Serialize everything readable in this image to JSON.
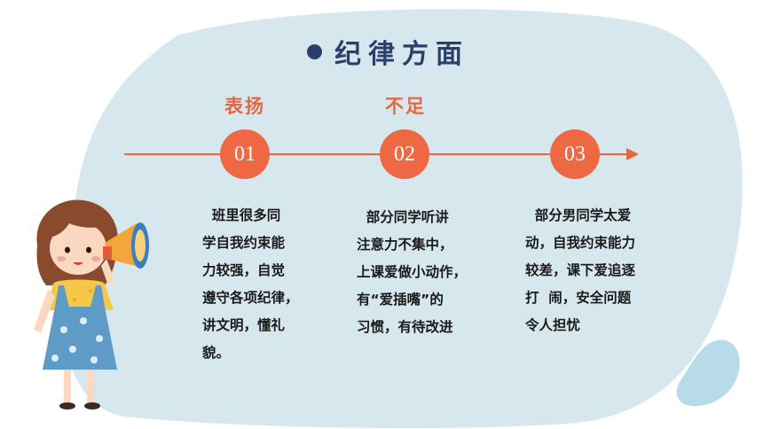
{
  "title": "纪律方面",
  "labels": {
    "praise": "表扬",
    "shortcoming": "不足"
  },
  "steps": [
    {
      "number": "01",
      "lines": [
        "  班里很多同",
        "学自我约束能",
        "力较强，自觉",
        "遵守各项纪律，",
        "讲文明，懂礼",
        "貌。"
      ]
    },
    {
      "number": "02",
      "lines": [
        "  部分同学听讲",
        "注意力不集中，",
        "上课爱做小动作，",
        "有“爱插嘴”的",
        "习惯，有待改进"
      ]
    },
    {
      "number": "03",
      "lines": [
        "  部分男同学太爱",
        "动，自我约束能力",
        "较差，课下爱追逐",
        "打  闹，安全问题",
        "令人担忧"
      ]
    }
  ],
  "colors": {
    "accent": "#ee6843",
    "title": "#2b3f6b",
    "blob": "#d6e8ee",
    "drop": "#b8dbea"
  },
  "illustration": "girl-with-megaphone"
}
